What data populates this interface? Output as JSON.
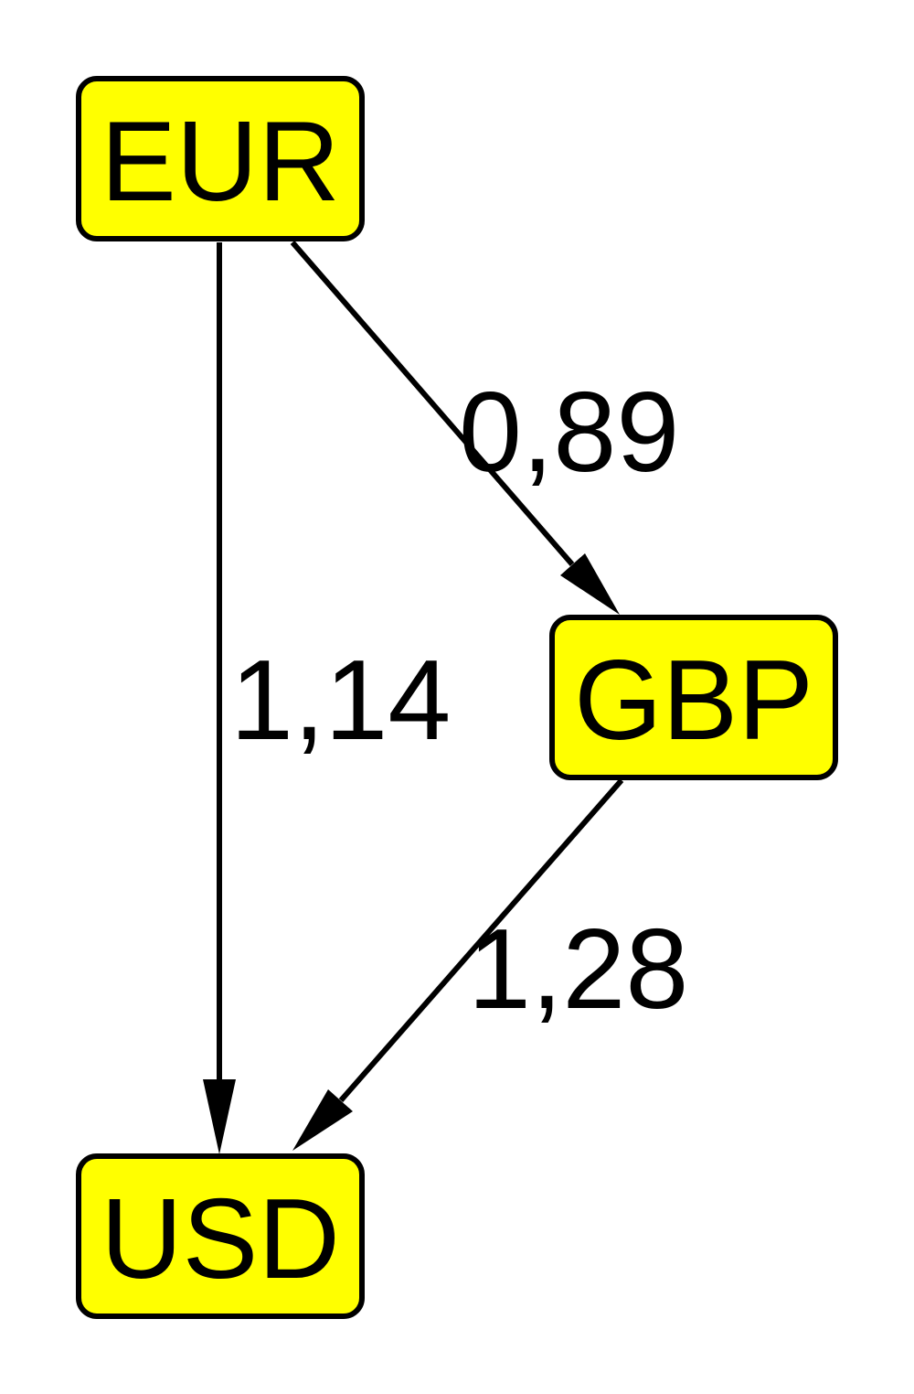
{
  "colors": {
    "node_fill": "#ffff00",
    "outline": "#000000",
    "background": "#ffffff"
  },
  "nodes": {
    "eur": {
      "label": "EUR"
    },
    "gbp": {
      "label": "GBP"
    },
    "usd": {
      "label": "USD"
    }
  },
  "edges": {
    "eur_usd": {
      "from": "EUR",
      "to": "USD",
      "label": "1,14"
    },
    "eur_gbp": {
      "from": "EUR",
      "to": "GBP",
      "label": "0,89"
    },
    "gbp_usd": {
      "from": "GBP",
      "to": "USD",
      "label": "1,28"
    }
  }
}
